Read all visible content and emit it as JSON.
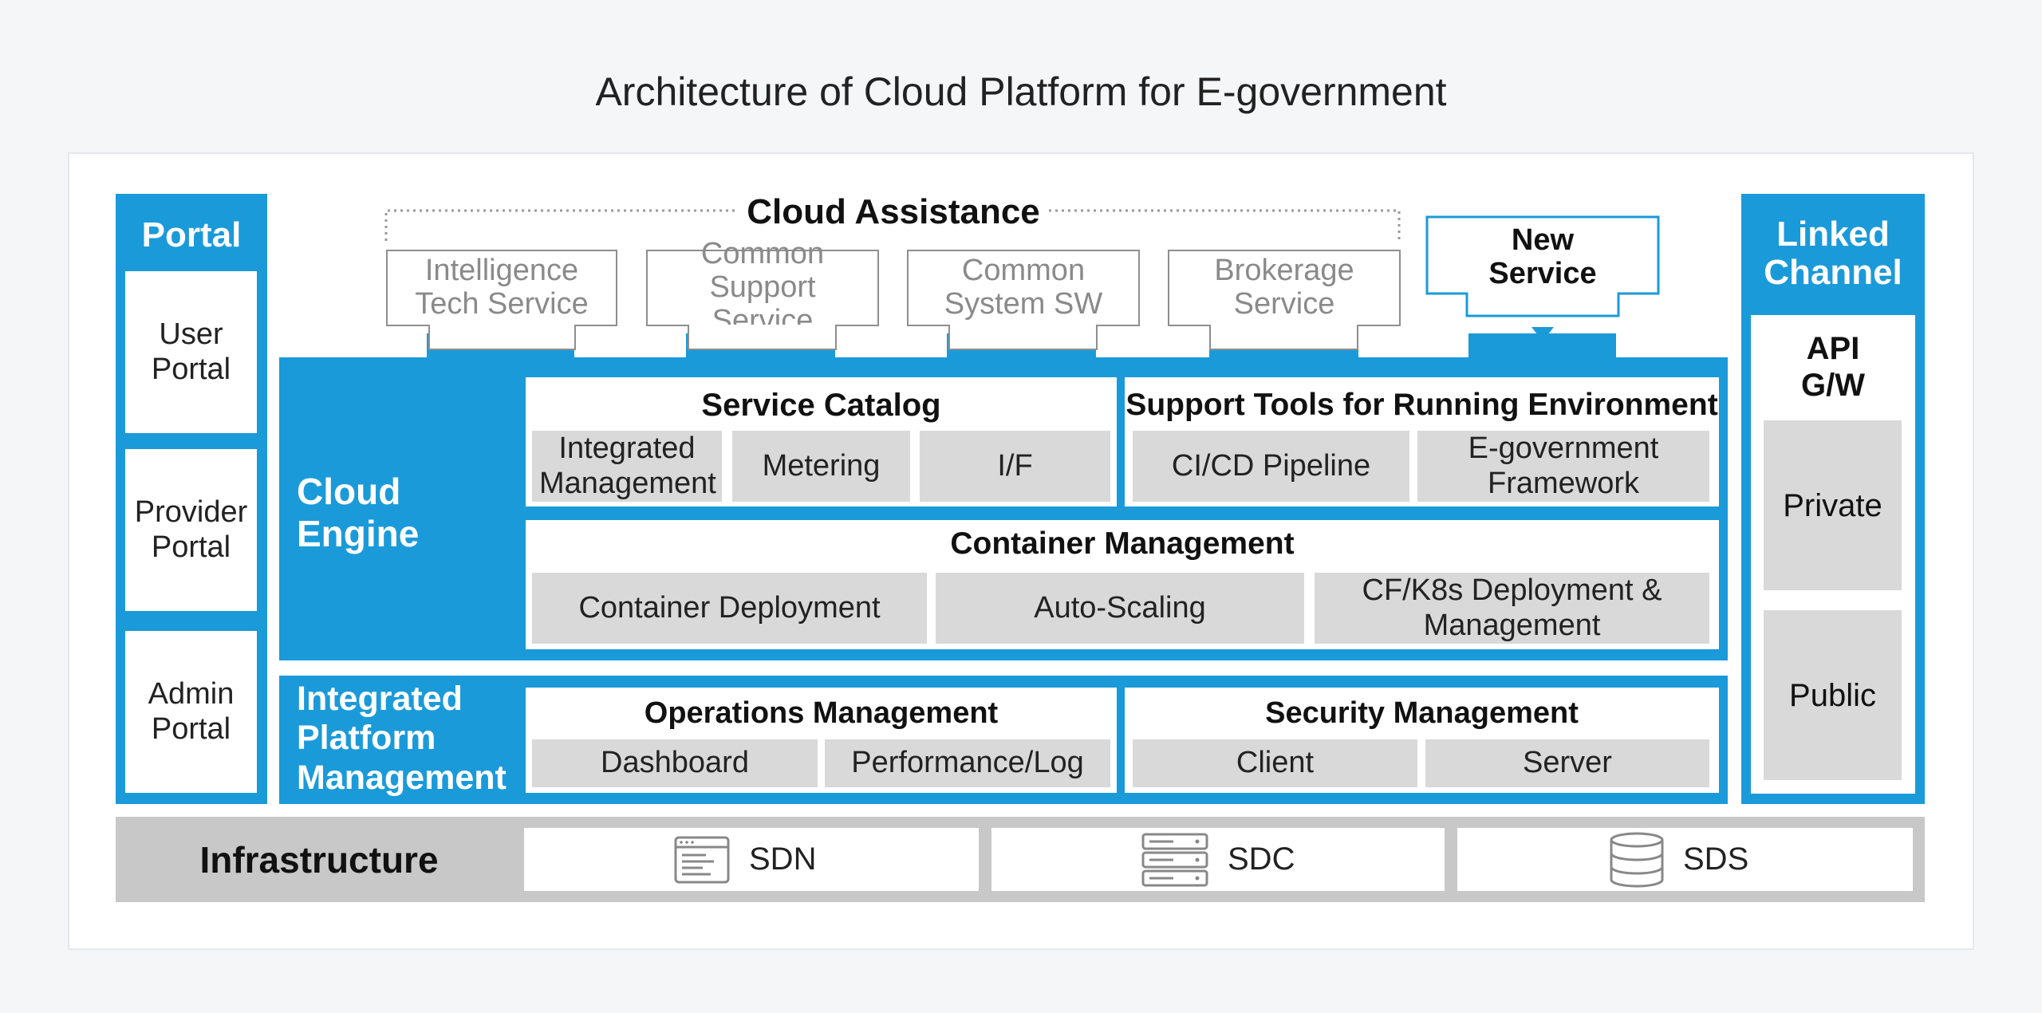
{
  "title": "Architecture of Cloud Platform for E-government",
  "portal": {
    "title": "Portal",
    "items": [
      "User Portal",
      "Provider Portal",
      "Admin Portal"
    ]
  },
  "cloud_assistance": {
    "title": "Cloud Assistance",
    "services": [
      "Intelligence Tech Service",
      "Common Support Service",
      "Common System SW",
      "Brokerage Service"
    ],
    "new_service": "New Service"
  },
  "cloud_engine": {
    "title": "Cloud Engine",
    "service_catalog": {
      "title": "Service Catalog",
      "items": [
        "Integrated Management",
        "Metering",
        "I/F"
      ]
    },
    "support_tools": {
      "title": "Support Tools for Running Environment",
      "items": [
        "CI/CD Pipeline",
        "E-government Framework"
      ]
    },
    "container_management": {
      "title": "Container Management",
      "items": [
        "Container Deployment",
        "Auto-Scaling",
        "CF/K8s Deployment & Management"
      ]
    }
  },
  "integrated_platform": {
    "title": "Integrated Platform Management",
    "operations": {
      "title": "Operations Management",
      "items": [
        "Dashboard",
        "Performance/Log"
      ]
    },
    "security": {
      "title": "Security Management",
      "items": [
        "Client",
        "Server"
      ]
    }
  },
  "linked_channel": {
    "title": "Linked Channel",
    "api": "API G/W",
    "items": [
      "Private",
      "Public"
    ]
  },
  "infrastructure": {
    "title": "Infrastructure",
    "items": [
      {
        "label": "SDN",
        "icon": "network-window-icon"
      },
      {
        "label": "SDC",
        "icon": "server-stack-icon"
      },
      {
        "label": "SDS",
        "icon": "database-icon"
      }
    ]
  },
  "colors": {
    "accent": "#1b9ad9",
    "gray_box": "#d9d9d9",
    "infra_bar": "#c8c8c8"
  }
}
